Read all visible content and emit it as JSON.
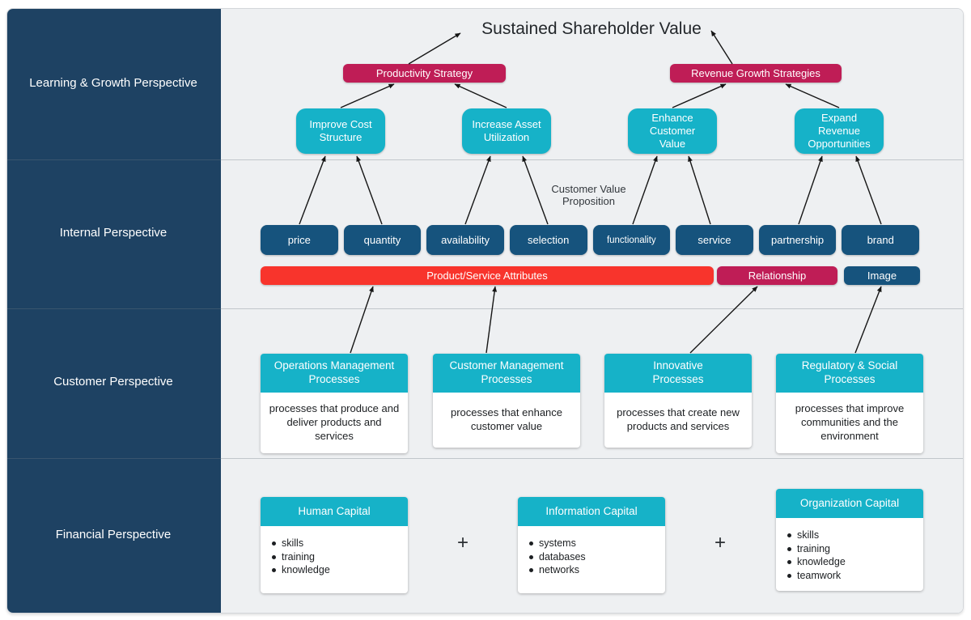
{
  "sidebar": {
    "rows": [
      {
        "label": "Learning & Growth Perspective"
      },
      {
        "label": "Internal Perspective"
      },
      {
        "label": "Customer Perspective"
      },
      {
        "label": "Financial Perspective"
      }
    ]
  },
  "main": {
    "title": "Sustained Shareholder Value",
    "strategy_banners": [
      {
        "label": "Productivity Strategy"
      },
      {
        "label": "Revenue Growth Strategies"
      }
    ],
    "objectives": [
      {
        "label": "Improve Cost Structure"
      },
      {
        "label": "Increase Asset Utilization"
      },
      {
        "label": "Enhance Customer Value"
      },
      {
        "label": "Expand Revenue Opportunities"
      }
    ],
    "customer_value_proposition": "Customer Value Proposition",
    "attributes": [
      {
        "label": "price"
      },
      {
        "label": "quantity"
      },
      {
        "label": "availability"
      },
      {
        "label": "selection"
      },
      {
        "label": "functionality"
      },
      {
        "label": "service"
      },
      {
        "label": "partnership"
      },
      {
        "label": "brand"
      }
    ],
    "attribute_groups": [
      {
        "label": "Product/Service Attributes",
        "color": "#f8342c"
      },
      {
        "label": "Relationship",
        "color": "#bf1d56"
      },
      {
        "label": "Image",
        "color": "#16537d"
      }
    ],
    "process_cards": [
      {
        "title": "Operations Management Processes",
        "description": "processes that produce and deliver products and services"
      },
      {
        "title": "Customer Management Processes",
        "description": "processes that enhance customer value"
      },
      {
        "title": "Innovative Processes",
        "description": "processes that create new products and services"
      },
      {
        "title": "Regulatory & Social Processes",
        "description": "processes that improve communities and the environment"
      }
    ],
    "capital_cards": [
      {
        "title": "Human Capital",
        "items": [
          "skills",
          "training",
          "knowledge"
        ]
      },
      {
        "title": "Information Capital",
        "items": [
          "systems",
          "databases",
          "networks"
        ]
      },
      {
        "title": "Organization Capital",
        "items": [
          "skills",
          "training",
          "knowledge",
          "teamwork"
        ]
      }
    ],
    "plus_sign": "+"
  },
  "colors": {
    "sidebar_navy": "#1e4263",
    "teal": "#16b2c8",
    "crimson": "#bf1d56",
    "red": "#f8342c",
    "navy_box": "#16537d",
    "background": "#eef0f2"
  }
}
